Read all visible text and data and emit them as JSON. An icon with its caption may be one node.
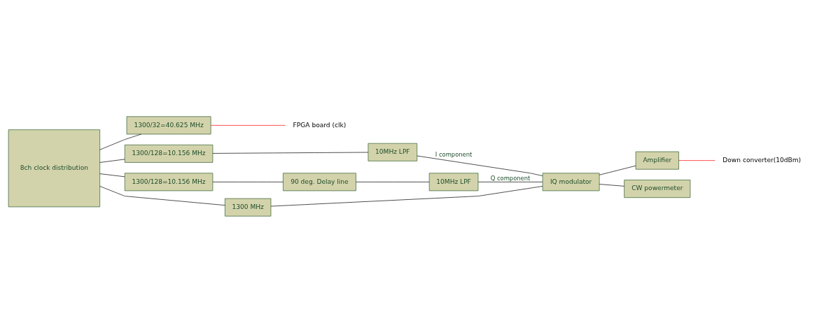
{
  "diagram": {
    "nodes": [
      {
        "text": [
          "8ch clock distribution"
        ]
      },
      {
        "text": [
          "1300/32=40.625 MHz"
        ]
      },
      {
        "text": [
          "FPGA board (clk)"
        ]
      },
      {
        "text": [
          "1300/128=10.156 MHz"
        ]
      },
      {
        "text": [
          "1300/128=10.156 MHz"
        ]
      },
      {
        "text": [
          "90 deg. Delay line"
        ]
      },
      {
        "text": [
          "10MHz LPF"
        ]
      },
      {
        "text": [
          "10MHz LPF"
        ]
      },
      {
        "text": [
          "1300 MHz"
        ]
      },
      {
        "text": [
          "IQ modulator"
        ]
      },
      {
        "text": [
          "Amplifier"
        ]
      },
      {
        "text": [
          "Down converter(10dBm)"
        ]
      },
      {
        "text": [
          "CW powermeter"
        ]
      }
    ],
    "edges": [
      {
        "from": 0,
        "to": 1,
        "arrow": "none"
      },
      {
        "from": 1,
        "to": 2,
        "arrow": "none",
        "color": "#ff0000"
      },
      {
        "from": 0,
        "to": 3,
        "arrow": "none"
      },
      {
        "from": 0,
        "to": 4,
        "arrow": "none"
      },
      {
        "from": 3,
        "to": 7,
        "arrow": "none"
      },
      {
        "from": 4,
        "to": 5,
        "arrow": "none"
      },
      {
        "from": 5,
        "to": 6,
        "arrow": "none"
      },
      {
        "from": 6,
        "to": 9,
        "arrow": "none",
        "label": "Q component"
      },
      {
        "from": 7,
        "to": 9,
        "arrow": "none",
        "label": "I component"
      },
      {
        "from": 0,
        "to": 8,
        "arrow": "none"
      },
      {
        "from": 8,
        "to": 9,
        "arrow": "none"
      },
      {
        "from": 9,
        "to": 10,
        "arrow": "none"
      },
      {
        "from": 9,
        "to": 12,
        "arrow": "none"
      },
      {
        "from": 10,
        "to": 11,
        "arrow": "none",
        "color": "#ff0000"
      }
    ]
  }
}
